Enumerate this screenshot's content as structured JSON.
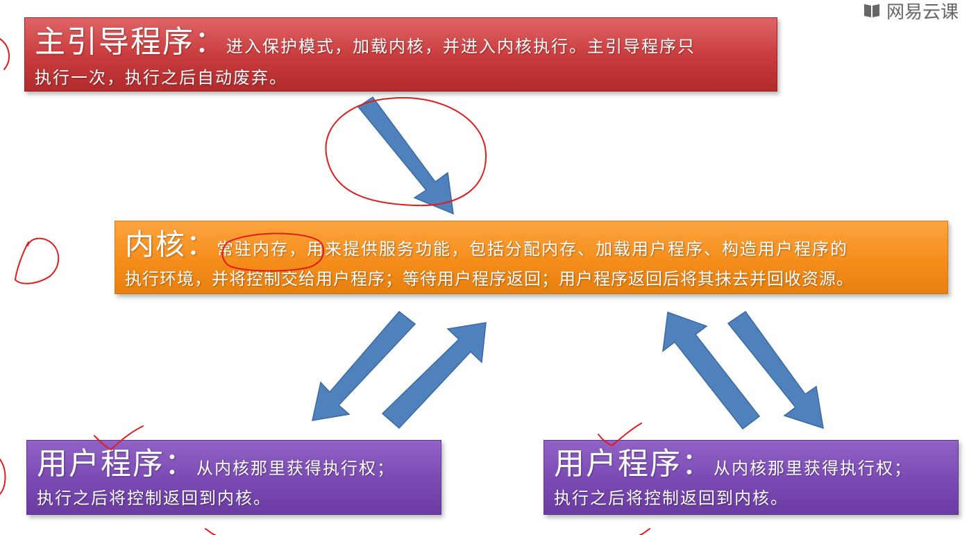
{
  "logo": {
    "text": "网易云课",
    "icon": "book-icon"
  },
  "boot": {
    "title": "主引导程序：",
    "line1": "进入保护模式，加载内核，并进入内核执行。主引导程序只",
    "line2": "执行一次，执行之后自动废弃。",
    "color": "#c83a3b"
  },
  "kernel": {
    "title": "内核：",
    "highlight": "常驻内存，",
    "line1": "用来提供服务功能，包括分配内存、加载用户程序、构造用户程序的",
    "line2": "执行环境，并将控制交给用户程序；等待用户程序返回；用户程序返回后将其抹去并回收资源。",
    "color": "#f58d1b"
  },
  "user_left": {
    "title": "用户程序：",
    "line1": "从内核那里获得执行权；",
    "line2": "执行之后将控制返回到内核。",
    "color": "#7a4ab3"
  },
  "user_right": {
    "title": "用户程序：",
    "line1": "从内核那里获得执行权；",
    "line2": "执行之后将控制返回到内核。",
    "color": "#7a4ab3"
  },
  "colors": {
    "arrow": "#4f81bd",
    "arrow_stroke": "#3a6aa3",
    "ink": "#e11b1b"
  }
}
